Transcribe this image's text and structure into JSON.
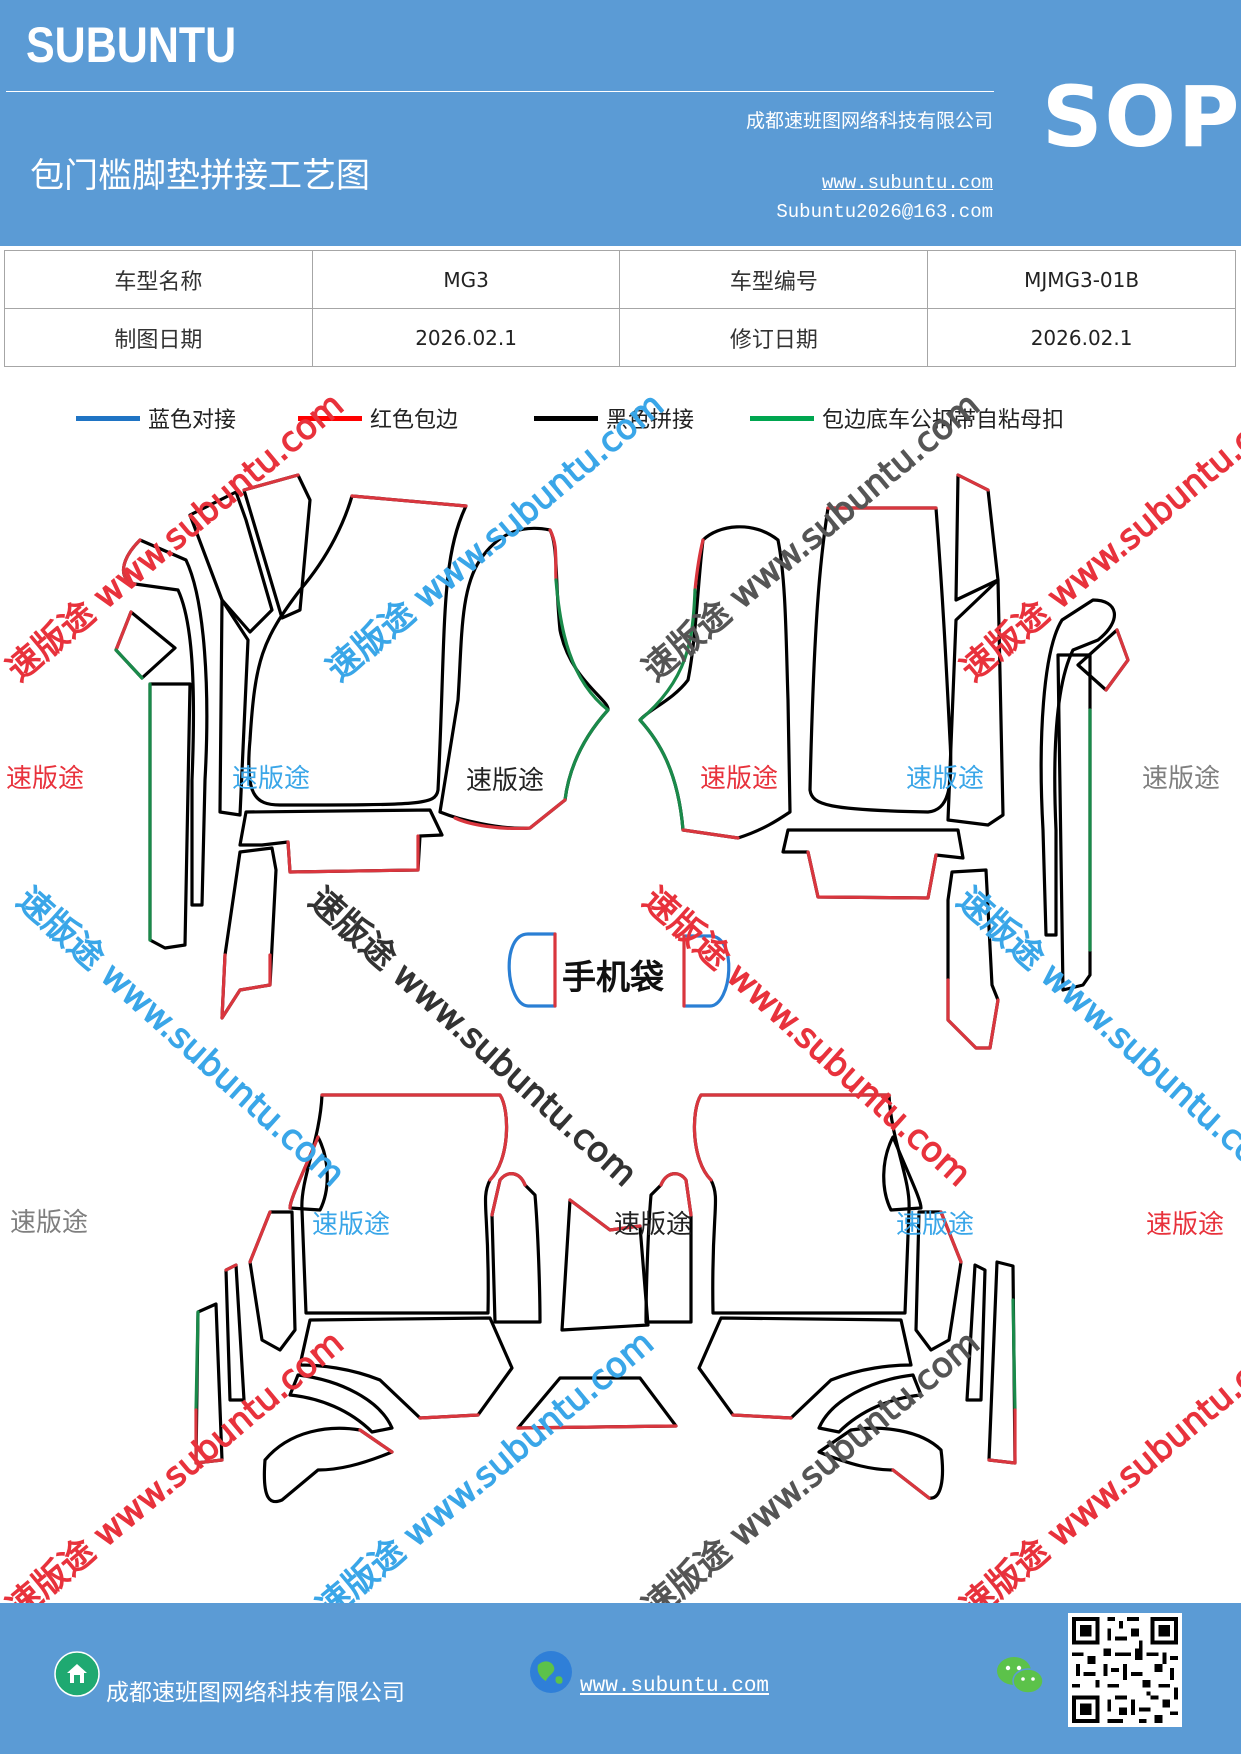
{
  "header": {
    "brand": "SUBUNTU",
    "company": "成都速班图网络科技有限公司",
    "title": "包门槛脚垫拼接工艺图",
    "url": "www.subuntu.com",
    "email": "Subuntu2026@163.com",
    "badge": "SOP"
  },
  "info_table": {
    "rows": [
      {
        "label1": "车型名称",
        "value1": "MG3",
        "label2": "车型编号",
        "value2": "MJMG3-01B"
      },
      {
        "label1": "制图日期",
        "value1": "2026.02.1",
        "label2": "修订日期",
        "value2": "2026.02.1"
      }
    ]
  },
  "legend": [
    {
      "label": "蓝色对接",
      "color": "#1f74c4"
    },
    {
      "label": "红色包边",
      "color": "#ff0000"
    },
    {
      "label": "黑色拼接",
      "color": "#000000"
    },
    {
      "label": "包边底车公扣带自粘母扣",
      "color": "#00a650"
    }
  ],
  "drawing": {
    "center_label": "手机袋"
  },
  "watermarks": {
    "brand_cn": "速版途",
    "diag_text": "速版途 www.subuntu.com"
  },
  "colors": {
    "header_bg": "#5b9bd5",
    "red": "#d9363e",
    "green": "#1a8a4a",
    "blue": "#2a7fd4",
    "wm_red": "#e8323c",
    "wm_blue": "#3aa6e8",
    "wm_gray": "#7f7f7f"
  },
  "footer": {
    "company": "成都速班图网络科技有限公司",
    "url": "www.subuntu.com"
  }
}
